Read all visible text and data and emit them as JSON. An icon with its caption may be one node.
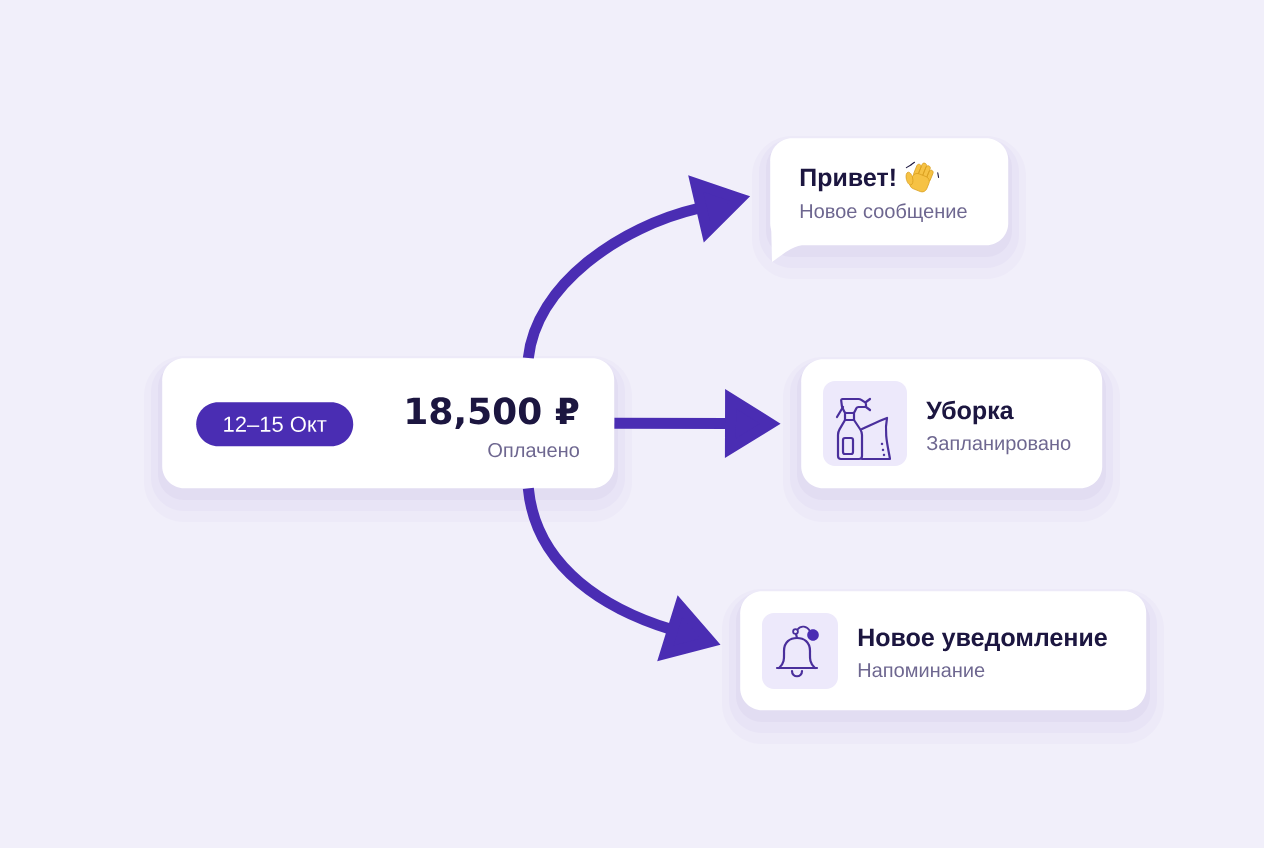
{
  "diagram": {
    "nodes": [
      {
        "text": [
          "18,500 ₽",
          "Оплачено"
        ]
      },
      {
        "text": [
          "12–15 Окт"
        ],
        "in": 0
      },
      {
        "text": [
          "Привет!",
          "Новое сообщение"
        ]
      },
      {
        "text": [
          "Уборка",
          "Запланировано"
        ]
      },
      {
        "text": [
          "Новое уведомление",
          "Напоминание"
        ]
      }
    ],
    "edges": [
      {
        "from": 0,
        "to": 2,
        "arrow": "to"
      },
      {
        "from": 0,
        "to": 3,
        "arrow": "to"
      },
      {
        "from": 0,
        "to": 4,
        "arrow": "to"
      }
    ]
  }
}
